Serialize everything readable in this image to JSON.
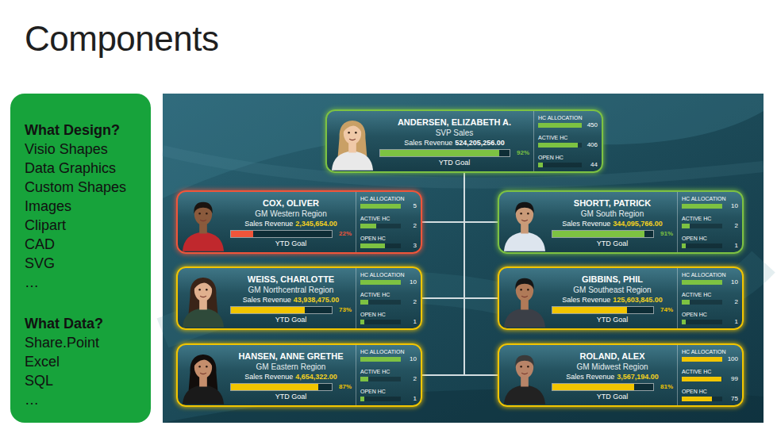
{
  "diagram": {
    "title": "Components",
    "nodes": [
      {
        "text": [
          "What Design?",
          "Visio Shapes",
          "Data Graphics",
          "Custom Shapes",
          "Images",
          "Clipart",
          "CAD",
          "SVG",
          "…",
          "What Data?",
          "Share.Point",
          "Excel",
          "SQL",
          "…"
        ]
      },
      {
        "text": [
          "ANDERSEN, ELIZABETH A.",
          "SVP Sales",
          "Sales Revenue",
          "524,205,256.00",
          "92%",
          "YTD Goal",
          "HC ALLOCATION",
          "450",
          "ACTIVE HC",
          "406",
          "OPEN HC",
          "44"
        ]
      },
      {
        "text": [
          "COX, OLIVER",
          "GM Western Region",
          "Sales Revenue",
          "2,345,654.00",
          "22%",
          "YTD Goal",
          "HC ALLOCATION",
          "5",
          "ACTIVE HC",
          "2",
          "OPEN HC",
          "3"
        ]
      },
      {
        "text": [
          "SHORTT, PATRICK",
          "GM South Region",
          "Sales Revenue",
          "344,095,766.00",
          "91%",
          "YTD Goal",
          "HC ALLOCATION",
          "10",
          "ACTIVE HC",
          "2",
          "OPEN HC",
          "1"
        ]
      },
      {
        "text": [
          "WEISS, CHARLOTTE",
          "GM Northcentral Region",
          "Sales Revenue",
          "43,938,475.00",
          "73%",
          "YTD Goal",
          "HC ALLOCATION",
          "10",
          "ACTIVE HC",
          "2",
          "OPEN HC",
          "1"
        ]
      },
      {
        "text": [
          "GIBBINS, PHIL",
          "GM Southeast Region",
          "Sales Revenue",
          "125,603,845.00",
          "74%",
          "YTD Goal",
          "HC ALLOCATION",
          "10",
          "ACTIVE HC",
          "2",
          "OPEN HC",
          "1"
        ]
      },
      {
        "text": [
          "HANSEN, ANNE GRETHE",
          "GM Eastern Region",
          "Sales Revenue",
          "4,654,322.00",
          "87%",
          "YTD Goal",
          "HC ALLOCATION",
          "10",
          "ACTIVE HC",
          "2",
          "OPEN HC",
          "1"
        ]
      },
      {
        "text": [
          "ROLAND, ALEX",
          "GM Midwest Region",
          "Sales Revenue",
          "3,567,194.00",
          "81%",
          "YTD Goal",
          "HC ALLOCATION",
          "100",
          "ACTIVE HC",
          "99",
          "OPEN HC",
          "75"
        ]
      }
    ],
    "edges": [
      {
        "from": 1,
        "to": 2,
        "arrow": "none"
      },
      {
        "from": 1,
        "to": 3,
        "arrow": "none"
      },
      {
        "from": 1,
        "to": 4,
        "arrow": "none"
      },
      {
        "from": 1,
        "to": 5,
        "arrow": "none"
      },
      {
        "from": 1,
        "to": 6,
        "arrow": "none"
      },
      {
        "from": 1,
        "to": 7,
        "arrow": "none"
      }
    ]
  }
}
